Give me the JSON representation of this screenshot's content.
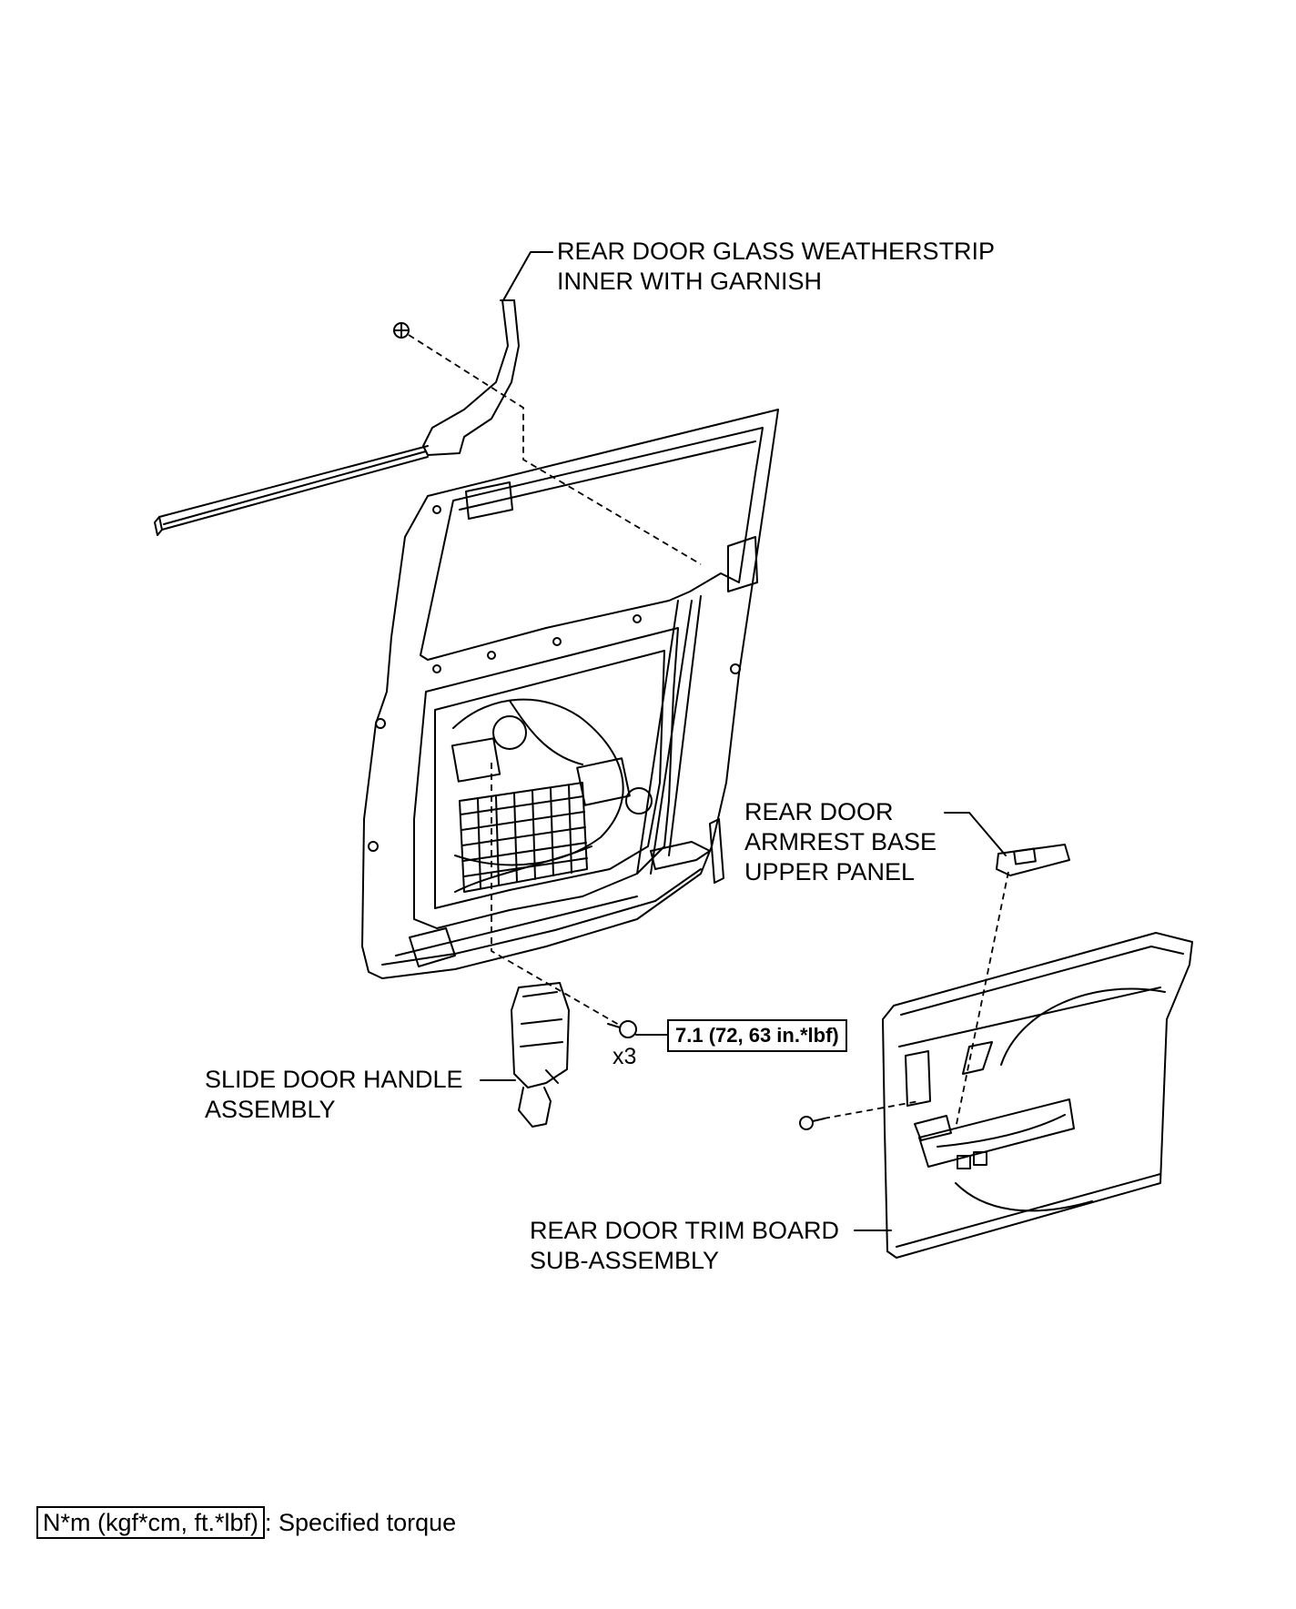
{
  "labels": {
    "weatherstrip": [
      "REAR DOOR GLASS WEATHERSTRIP",
      "INNER WITH GARNISH"
    ],
    "armrest": [
      "REAR DOOR",
      "ARMREST BASE",
      "UPPER PANEL"
    ],
    "handle": [
      "SLIDE DOOR HANDLE",
      "ASSEMBLY"
    ],
    "trim": [
      "REAR DOOR TRIM BOARD",
      "SUB-ASSEMBLY"
    ]
  },
  "torque": {
    "value": "7.1 (72, 63 in.*lbf)",
    "quantity": "x3"
  },
  "legend": {
    "unit_box": "N*m (kgf*cm, ft.*lbf)",
    "text": ": Specified torque"
  }
}
